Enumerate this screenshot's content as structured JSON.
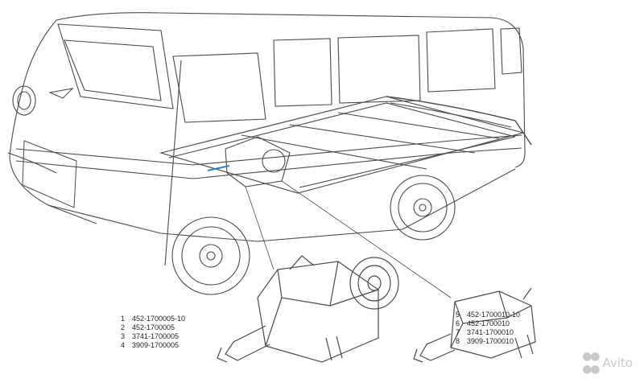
{
  "legend_left": [
    {
      "num": "1",
      "code": "452-1700005-10"
    },
    {
      "num": "2",
      "code": "452-1700005"
    },
    {
      "num": "3",
      "code": "3741-1700005"
    },
    {
      "num": "4",
      "code": "3909-1700005"
    }
  ],
  "legend_right": [
    {
      "num": "5",
      "code": "452-1700010-10"
    },
    {
      "num": "6",
      "code": "452-1700010"
    },
    {
      "num": "7",
      "code": "3741-1700010"
    },
    {
      "num": "8",
      "code": "3909-1700010"
    }
  ],
  "watermark": {
    "brand": "Avito",
    "icon": "avito-logo-icon"
  },
  "colors": {
    "line": "#4a4a4a",
    "highlight": "#2f7fd0",
    "watermark": "#c8c8c8"
  }
}
